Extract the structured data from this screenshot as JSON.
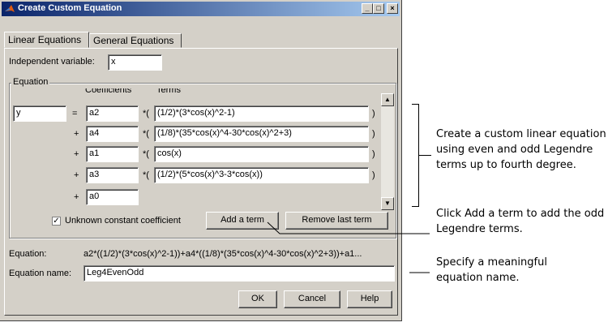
{
  "window": {
    "title": "Create Custom Equation",
    "controls": [
      "_",
      "□",
      "×"
    ]
  },
  "tabs": [
    {
      "label": "Linear Equations"
    },
    {
      "label": "General Equations"
    }
  ],
  "independent": {
    "label": "Independent variable:",
    "value": "x"
  },
  "equation_group": {
    "label": "Equation",
    "col_coefficients": "Coefficients",
    "col_terms": "Terms",
    "lhs": "y",
    "equals": "=",
    "rows": [
      {
        "op": "",
        "coef": "a2",
        "times": "*(",
        "term": "(1/2)*(3*cos(x)^2-1)",
        "close": ")"
      },
      {
        "op": "+",
        "coef": "a4",
        "times": "*(",
        "term": "(1/8)*(35*cos(x)^4-30*cos(x)^2+3)",
        "close": ")"
      },
      {
        "op": "+",
        "coef": "a1",
        "times": "*(",
        "term": "cos(x)",
        "close": ")"
      },
      {
        "op": "+",
        "coef": "a3",
        "times": "*(",
        "term": "(1/2)*(5*cos(x)^3-3*cos(x))",
        "close": ")"
      },
      {
        "op": "+",
        "coef": "a0"
      }
    ],
    "constant_checkbox": {
      "label": "Unknown constant coefficient",
      "checked": true,
      "mark": "✓"
    },
    "add_button": "Add a term",
    "remove_button": "Remove last term"
  },
  "equation_preview": {
    "label": "Equation:",
    "value": "a2*((1/2)*(3*cos(x)^2-1))+a4*((1/8)*(35*cos(x)^4-30*cos(x)^2+3))+a1..."
  },
  "equation_name": {
    "label": "Equation name:",
    "value": "Leg4EvenOdd"
  },
  "buttons": {
    "ok": "OK",
    "cancel": "Cancel",
    "help": "Help"
  },
  "annotations": {
    "a1": [
      "Create a custom linear equation",
      "using even and odd Legendre",
      "terms up to fourth degree."
    ],
    "a2": [
      "Click Add a term to add the odd",
      "Legendre terms."
    ],
    "a3": [
      "Specify a meaningful",
      "equation name."
    ]
  }
}
